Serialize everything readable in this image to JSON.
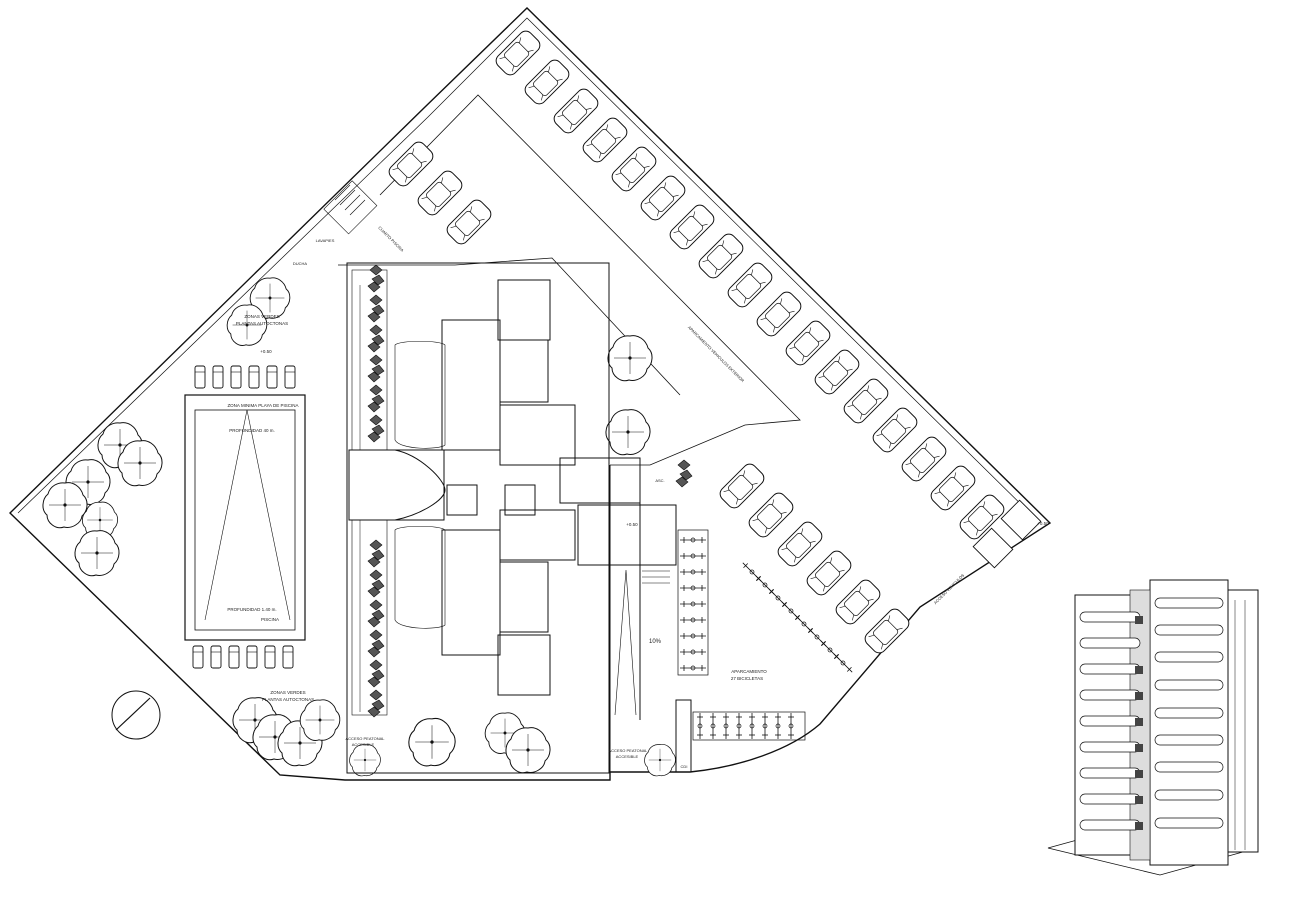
{
  "labels": {
    "zonas_verdes_top": "ZONAS VERDES",
    "plantas_autoctonas_top": "PLANTAS AUTOCTONAS",
    "zona_minima_playa": "ZONA MINIMA PLAYA DE PISCINA",
    "profundidad_1": "PROFUNDIDAD 40 m.",
    "profundidad_2": "PROFUNDIDAD 1.40 m.",
    "piscina": "PISCINA",
    "zonas_verdes_bottom": "ZONAS VERDES",
    "plantas_autoctonas_bottom": "PLANTAS AUTOCTONAS",
    "ducha": "DUCHA",
    "lavapies": "LAVAPIES",
    "cota_1": "+0.50",
    "cota_2": "+0.50",
    "cota_3": "+0.50",
    "rampa": "10%",
    "aparcamiento": "APARCAMIENTO",
    "bicicletas": "27 BICICLETAS",
    "acceso_peatonal_1": "ACCESO PEATONAL",
    "accesible_1": "ACCESIBLE",
    "acceso_peatonal_2": "ACCESO PEATONAL",
    "accesible_2": "ACCESIBLE",
    "acceso_vehiculos": "ACCESO VEHICULOS",
    "cuarto_piscina": "CUARTO PISCINA",
    "aparcamiento_vehiculos": "APARCAMIENTO VEHICULOS EXTERIOR",
    "ascensor": "ASC.",
    "cdi": "CDI"
  },
  "colors": {
    "line": "#111111",
    "paper": "#ffffff",
    "shade": "#555555"
  },
  "icons": [
    "car-icon",
    "tree-icon",
    "north-arrow-icon",
    "building-perspective-icon"
  ]
}
